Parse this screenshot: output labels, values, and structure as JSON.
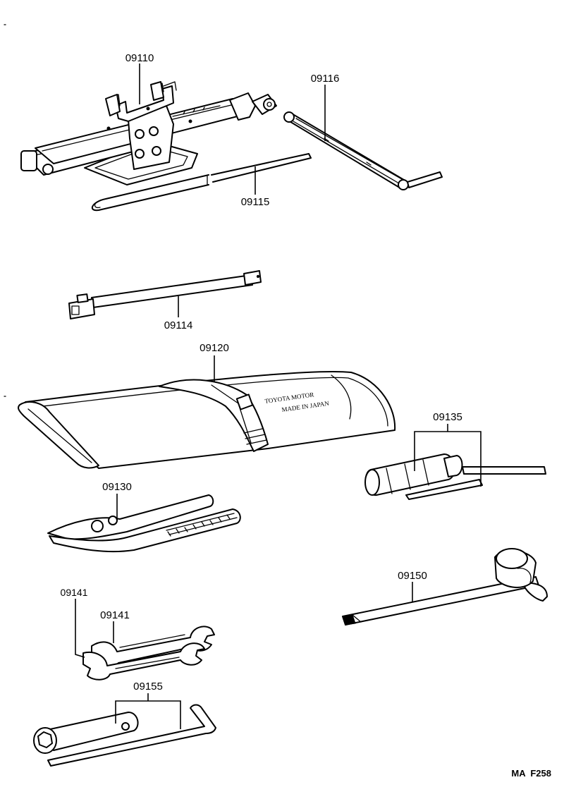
{
  "figure": {
    "reference_code": "MA  F258"
  },
  "callouts": [
    {
      "id": "jack",
      "label": "09110"
    },
    {
      "id": "jack-handle",
      "label": "09116"
    },
    {
      "id": "jack-hook",
      "label": "09115"
    },
    {
      "id": "extension-bar",
      "label": "09114"
    },
    {
      "id": "tool-bag",
      "label": "09120"
    },
    {
      "id": "screwdriver",
      "label": "09135"
    },
    {
      "id": "pliers",
      "label": "09130"
    },
    {
      "id": "wheel-wrench",
      "label": "09150"
    },
    {
      "id": "spanner-a",
      "label": "09141"
    },
    {
      "id": "spanner-b",
      "label": "09141"
    },
    {
      "id": "plug-wrench",
      "label": "09155"
    }
  ],
  "bag_print": {
    "line1": "TOYOTA MOTOR",
    "line2": "MADE IN JAPAN"
  },
  "colors": {
    "ink": "#000000",
    "paper": "#ffffff"
  }
}
